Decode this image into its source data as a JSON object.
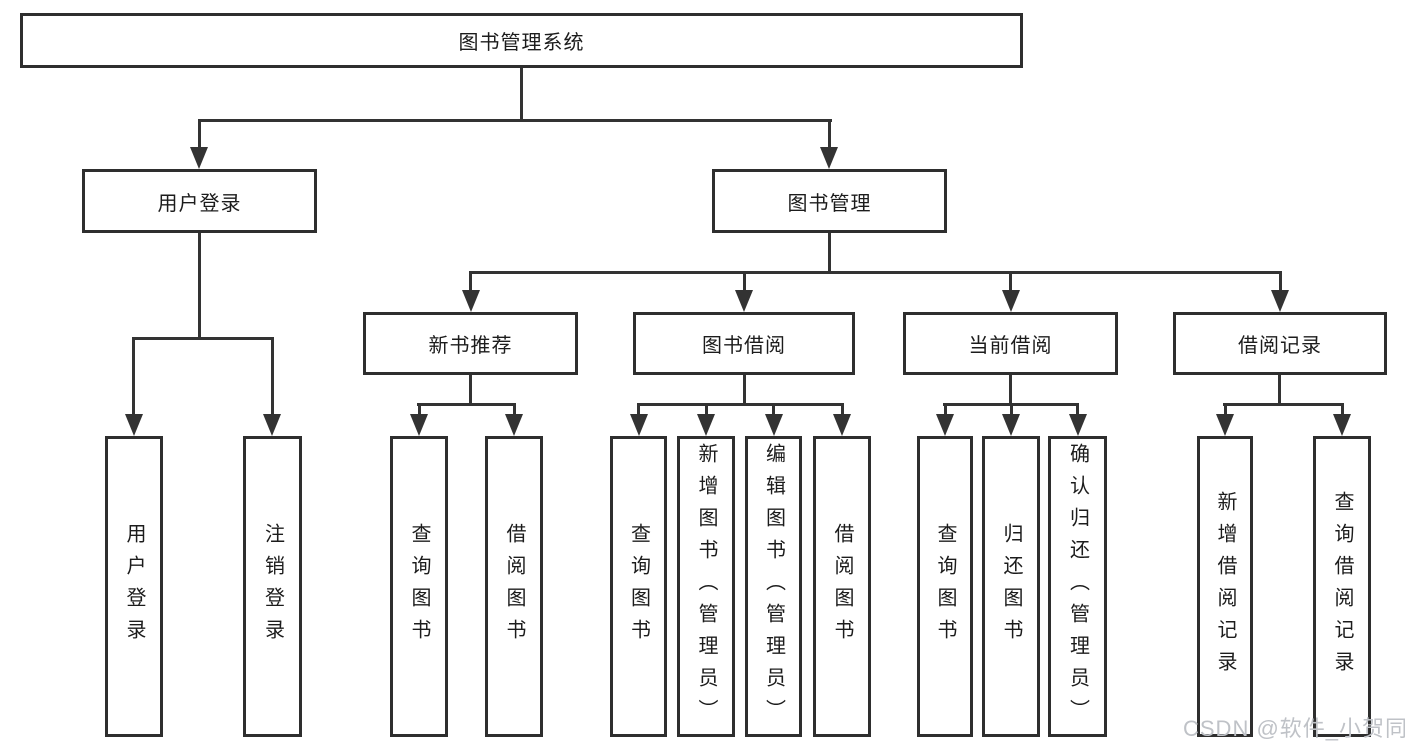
{
  "colors": {
    "background": "#ffffff",
    "line": "#333333",
    "box_border": "#2e2e2e",
    "text": "#1c1c1c",
    "watermark": "#bfc2c7"
  },
  "tree": {
    "root": {
      "label": "图书管理系统"
    },
    "children": [
      {
        "label": "用户登录",
        "children": [
          {
            "label": "用户登录"
          },
          {
            "label": "注销登录"
          }
        ]
      },
      {
        "label": "图书管理",
        "children": [
          {
            "label": "新书推荐",
            "children": [
              {
                "label": "查询图书"
              },
              {
                "label": "借阅图书"
              }
            ]
          },
          {
            "label": "图书借阅",
            "children": [
              {
                "label": "查询图书"
              },
              {
                "label": "新增图书（管理员）"
              },
              {
                "label": "编辑图书（管理员）"
              },
              {
                "label": "借阅图书"
              }
            ]
          },
          {
            "label": "当前借阅",
            "children": [
              {
                "label": "查询图书"
              },
              {
                "label": "归还图书"
              },
              {
                "label": "确认归还（管理员）"
              }
            ]
          },
          {
            "label": "借阅记录",
            "children": [
              {
                "label": "新增借阅记录"
              },
              {
                "label": "查询借阅记录"
              }
            ]
          }
        ]
      }
    ]
  },
  "watermark": {
    "text": "CSDN @软件_小贺同学"
  }
}
